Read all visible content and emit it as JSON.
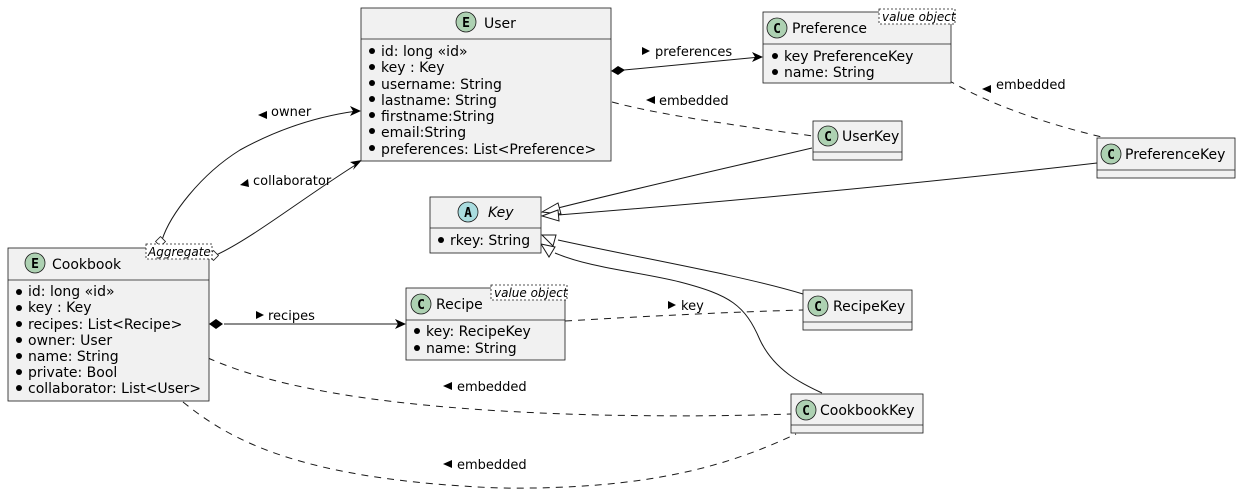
{
  "colors": {
    "entity_badge": "#ADD1B2",
    "class_badge": "#ADD1B2",
    "abstract_badge": "#A9DCDF",
    "box_fill": "#F1F1F1",
    "stroke": "#181818"
  },
  "nodes": {
    "user": {
      "badge": "E",
      "name": "User",
      "attrs": [
        "id: long «id»",
        "key : Key",
        "username: String",
        "lastname: String",
        "firstname:String",
        "email:String",
        "preferences: List<Preference>"
      ]
    },
    "preference": {
      "badge": "C",
      "name": "Preference",
      "stereotype": "value object",
      "attrs": [
        "key PreferenceKey",
        "name: String"
      ]
    },
    "userkey": {
      "badge": "C",
      "name": "UserKey"
    },
    "preferencekey": {
      "badge": "C",
      "name": "PreferenceKey"
    },
    "key": {
      "badge": "A",
      "name": "Key",
      "attrs": [
        "rkey: String"
      ]
    },
    "cookbook": {
      "badge": "E",
      "name": "Cookbook",
      "stereotype": "Aggregate",
      "attrs": [
        "id: long «id»",
        "key : Key",
        "recipes: List<Recipe>",
        "owner: User",
        "name: String",
        "private: Bool",
        "collaborator: List<User>"
      ]
    },
    "recipe": {
      "badge": "C",
      "name": "Recipe",
      "stereotype": "value object",
      "attrs": [
        "key: RecipeKey",
        "name: String"
      ]
    },
    "recipekey": {
      "badge": "C",
      "name": "RecipeKey"
    },
    "cookbookkey": {
      "badge": "C",
      "name": "CookbookKey"
    }
  },
  "edges": {
    "owner": "owner",
    "collaborator": "collaborator",
    "preferences": "preferences",
    "user_embedded": "embedded",
    "pref_embedded": "embedded",
    "recipes": "recipes",
    "recipe_key": "key",
    "cookbook_embedded_1": "embedded",
    "cookbook_embedded_2": "embedded"
  }
}
